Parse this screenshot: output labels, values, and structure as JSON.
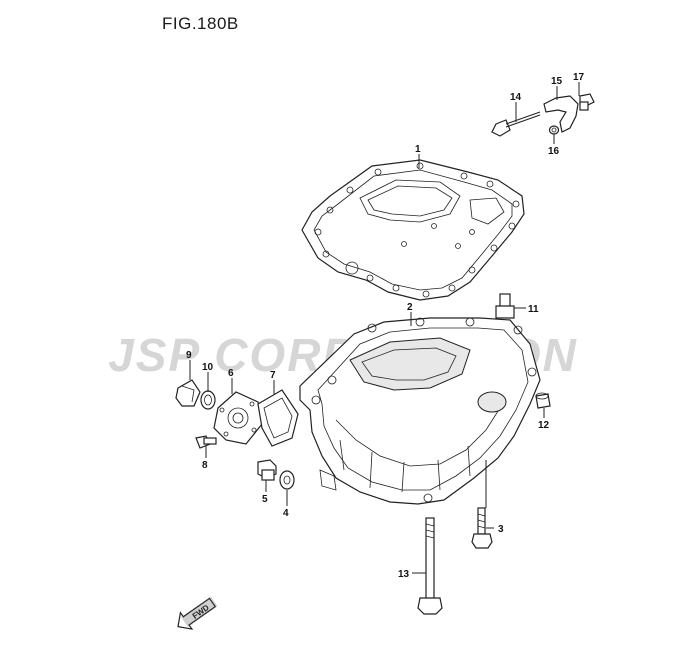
{
  "figure": {
    "title": "FIG.180B"
  },
  "watermark": {
    "text": "JSP CORPORATION"
  },
  "fwd_label": "FWD",
  "callouts": [
    {
      "id": "c1",
      "label": "1"
    },
    {
      "id": "c2",
      "label": "2"
    },
    {
      "id": "c3",
      "label": "3"
    },
    {
      "id": "c4",
      "label": "4"
    },
    {
      "id": "c5",
      "label": "5"
    },
    {
      "id": "c6",
      "label": "6"
    },
    {
      "id": "c7",
      "label": "7"
    },
    {
      "id": "c8",
      "label": "8"
    },
    {
      "id": "c9",
      "label": "9"
    },
    {
      "id": "c10",
      "label": "10"
    },
    {
      "id": "c11",
      "label": "11"
    },
    {
      "id": "c12",
      "label": "12"
    },
    {
      "id": "c13",
      "label": "13"
    },
    {
      "id": "c14",
      "label": "14"
    },
    {
      "id": "c15",
      "label": "15"
    },
    {
      "id": "c16",
      "label": "16"
    },
    {
      "id": "c17",
      "label": "17"
    }
  ]
}
